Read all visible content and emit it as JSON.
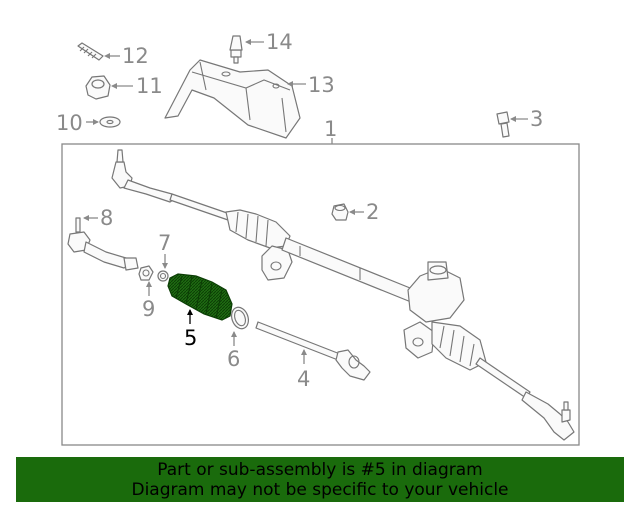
{
  "diagram": {
    "callouts": [
      {
        "id": "1",
        "label": "1"
      },
      {
        "id": "2",
        "label": "2"
      },
      {
        "id": "3",
        "label": "3"
      },
      {
        "id": "4",
        "label": "4"
      },
      {
        "id": "5",
        "label": "5"
      },
      {
        "id": "6",
        "label": "6"
      },
      {
        "id": "7",
        "label": "7"
      },
      {
        "id": "8",
        "label": "8"
      },
      {
        "id": "9",
        "label": "9"
      },
      {
        "id": "10",
        "label": "10"
      },
      {
        "id": "11",
        "label": "11"
      },
      {
        "id": "12",
        "label": "12"
      },
      {
        "id": "13",
        "label": "13"
      },
      {
        "id": "14",
        "label": "14"
      }
    ],
    "highlighted_part": "5",
    "highlight_color": "#1a6b0c",
    "callout_color": "#8a8a8a"
  },
  "banner": {
    "line1": "Part or sub-assembly is #5 in diagram",
    "line2": "Diagram may not be specific to your vehicle",
    "background": "#1a6b0c"
  }
}
